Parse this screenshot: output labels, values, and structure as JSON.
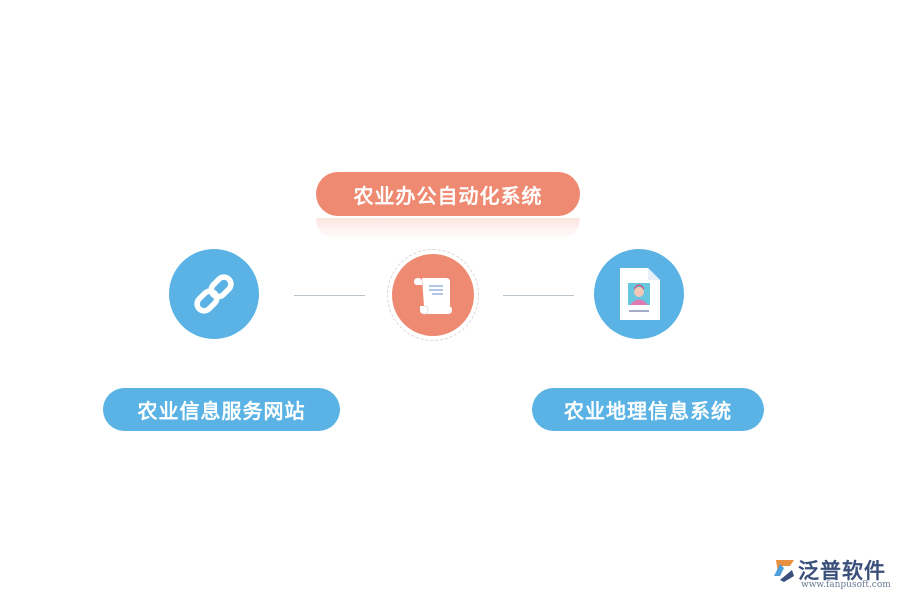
{
  "diagram": {
    "top_label": "农业办公自动化系统",
    "left_label": "农业信息服务网站",
    "right_label": "农业地理信息系统"
  },
  "icons": {
    "left": "link-chain-icon",
    "middle": "scroll-document-icon",
    "right": "profile-document-icon"
  },
  "logo": {
    "name": "泛普软件",
    "url": "www.fanpusoft.com"
  },
  "colors": {
    "salmon": "#ef8a72",
    "blue": "#5ab3e4",
    "logo_text": "#3a4f7a"
  }
}
